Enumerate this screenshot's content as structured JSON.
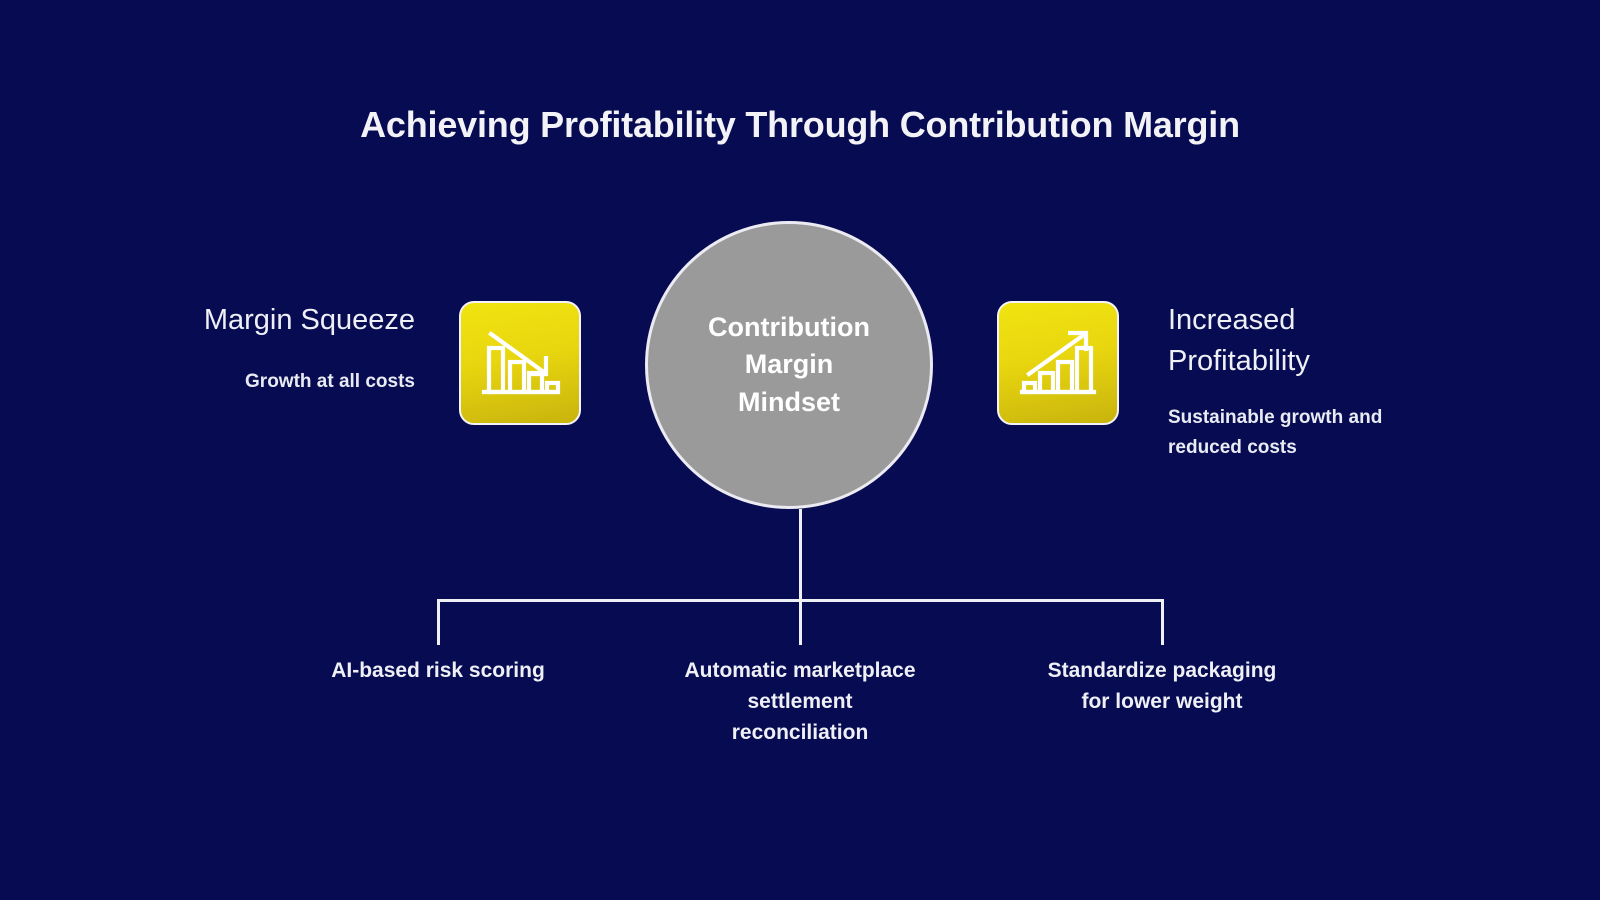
{
  "slide": {
    "background_color": "#070b52",
    "title": "Achieving Profitability Through Contribution Margin"
  },
  "center_node": {
    "label": "Contribution\nMargin\nMindset",
    "fill_color": "#9a9a9a",
    "border_color": "#eceaf2",
    "text_color": "#ffffff"
  },
  "sides": {
    "left": {
      "heading": "Margin Squeeze",
      "subtext": "Growth at all costs",
      "icon": "declining-bar-chart-icon",
      "icon_tile_color": "#e8d60f"
    },
    "right": {
      "heading": "Increased\nProfitability",
      "subtext": "Sustainable growth and\nreduced costs",
      "icon": "rising-bar-chart-icon",
      "icon_tile_color": "#e8d60f"
    }
  },
  "branches": [
    {
      "label": "AI-based risk scoring"
    },
    {
      "label": "Automatic marketplace\nsettlement\nreconciliation"
    },
    {
      "label": "Standardize packaging\nfor lower weight"
    }
  ],
  "connector": {
    "color": "#eef0f6"
  }
}
